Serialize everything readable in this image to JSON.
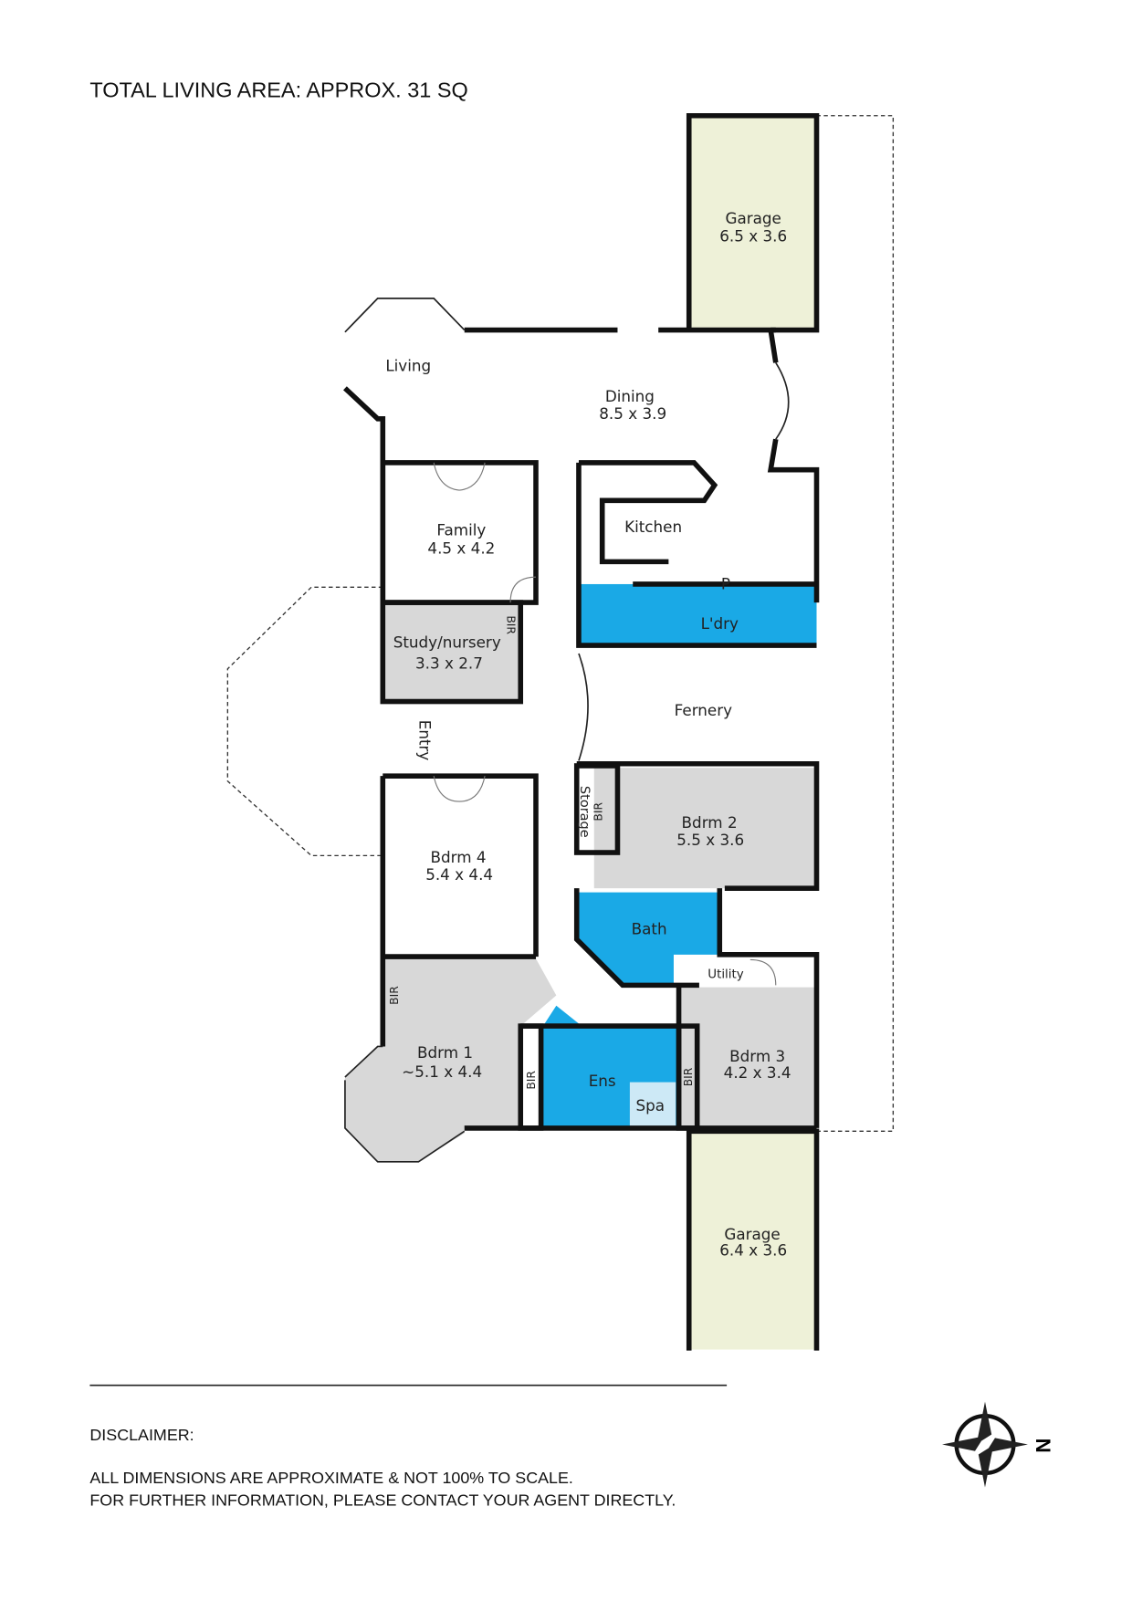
{
  "header": {
    "title": "TOTAL LIVING AREA: APPROX. 31 SQ"
  },
  "rooms": [
    {
      "name": "Garage",
      "size": "6.5 x 3.6"
    },
    {
      "name": "Living",
      "size": ""
    },
    {
      "name": "Dining",
      "size": "8.5 x 3.9"
    },
    {
      "name": "Kitchen",
      "size": ""
    },
    {
      "name": "Family",
      "size": "4.5 x 4.2"
    },
    {
      "name": "Study/nursery",
      "size": "3.3 x 2.7"
    },
    {
      "name": "L'dry",
      "size": ""
    },
    {
      "name": "P",
      "size": ""
    },
    {
      "name": "Fernery",
      "size": ""
    },
    {
      "name": "Entry",
      "size": ""
    },
    {
      "name": "Storage",
      "size": ""
    },
    {
      "name": "Bdrm 2",
      "size": "5.5 x 3.6"
    },
    {
      "name": "Bdrm 4",
      "size": "5.4 x 4.4"
    },
    {
      "name": "Bath",
      "size": ""
    },
    {
      "name": "Utility",
      "size": ""
    },
    {
      "name": "Bdrm 1",
      "size": "~5.1 x 4.4"
    },
    {
      "name": "Ens",
      "size": ""
    },
    {
      "name": "Spa",
      "size": ""
    },
    {
      "name": "Bdrm 3",
      "size": "4.2 x 3.4"
    },
    {
      "name": "Garage",
      "size": "6.4 x 3.6"
    }
  ],
  "bir_label": "BIR",
  "footer": {
    "disclaimer_title": "DISCLAIMER:",
    "line1": "ALL DIMENSIONS ARE APPROXIMATE & NOT 100% TO SCALE.",
    "line2": "FOR FURTHER INFORMATION, PLEASE CONTACT YOUR AGENT DIRECTLY."
  },
  "compass": {
    "label": "N",
    "icon": "compass-rose-icon"
  },
  "colors": {
    "wet_area": "#1aa9e6",
    "bedroom": "#d8d8d8",
    "garage": "#eef1d8"
  }
}
